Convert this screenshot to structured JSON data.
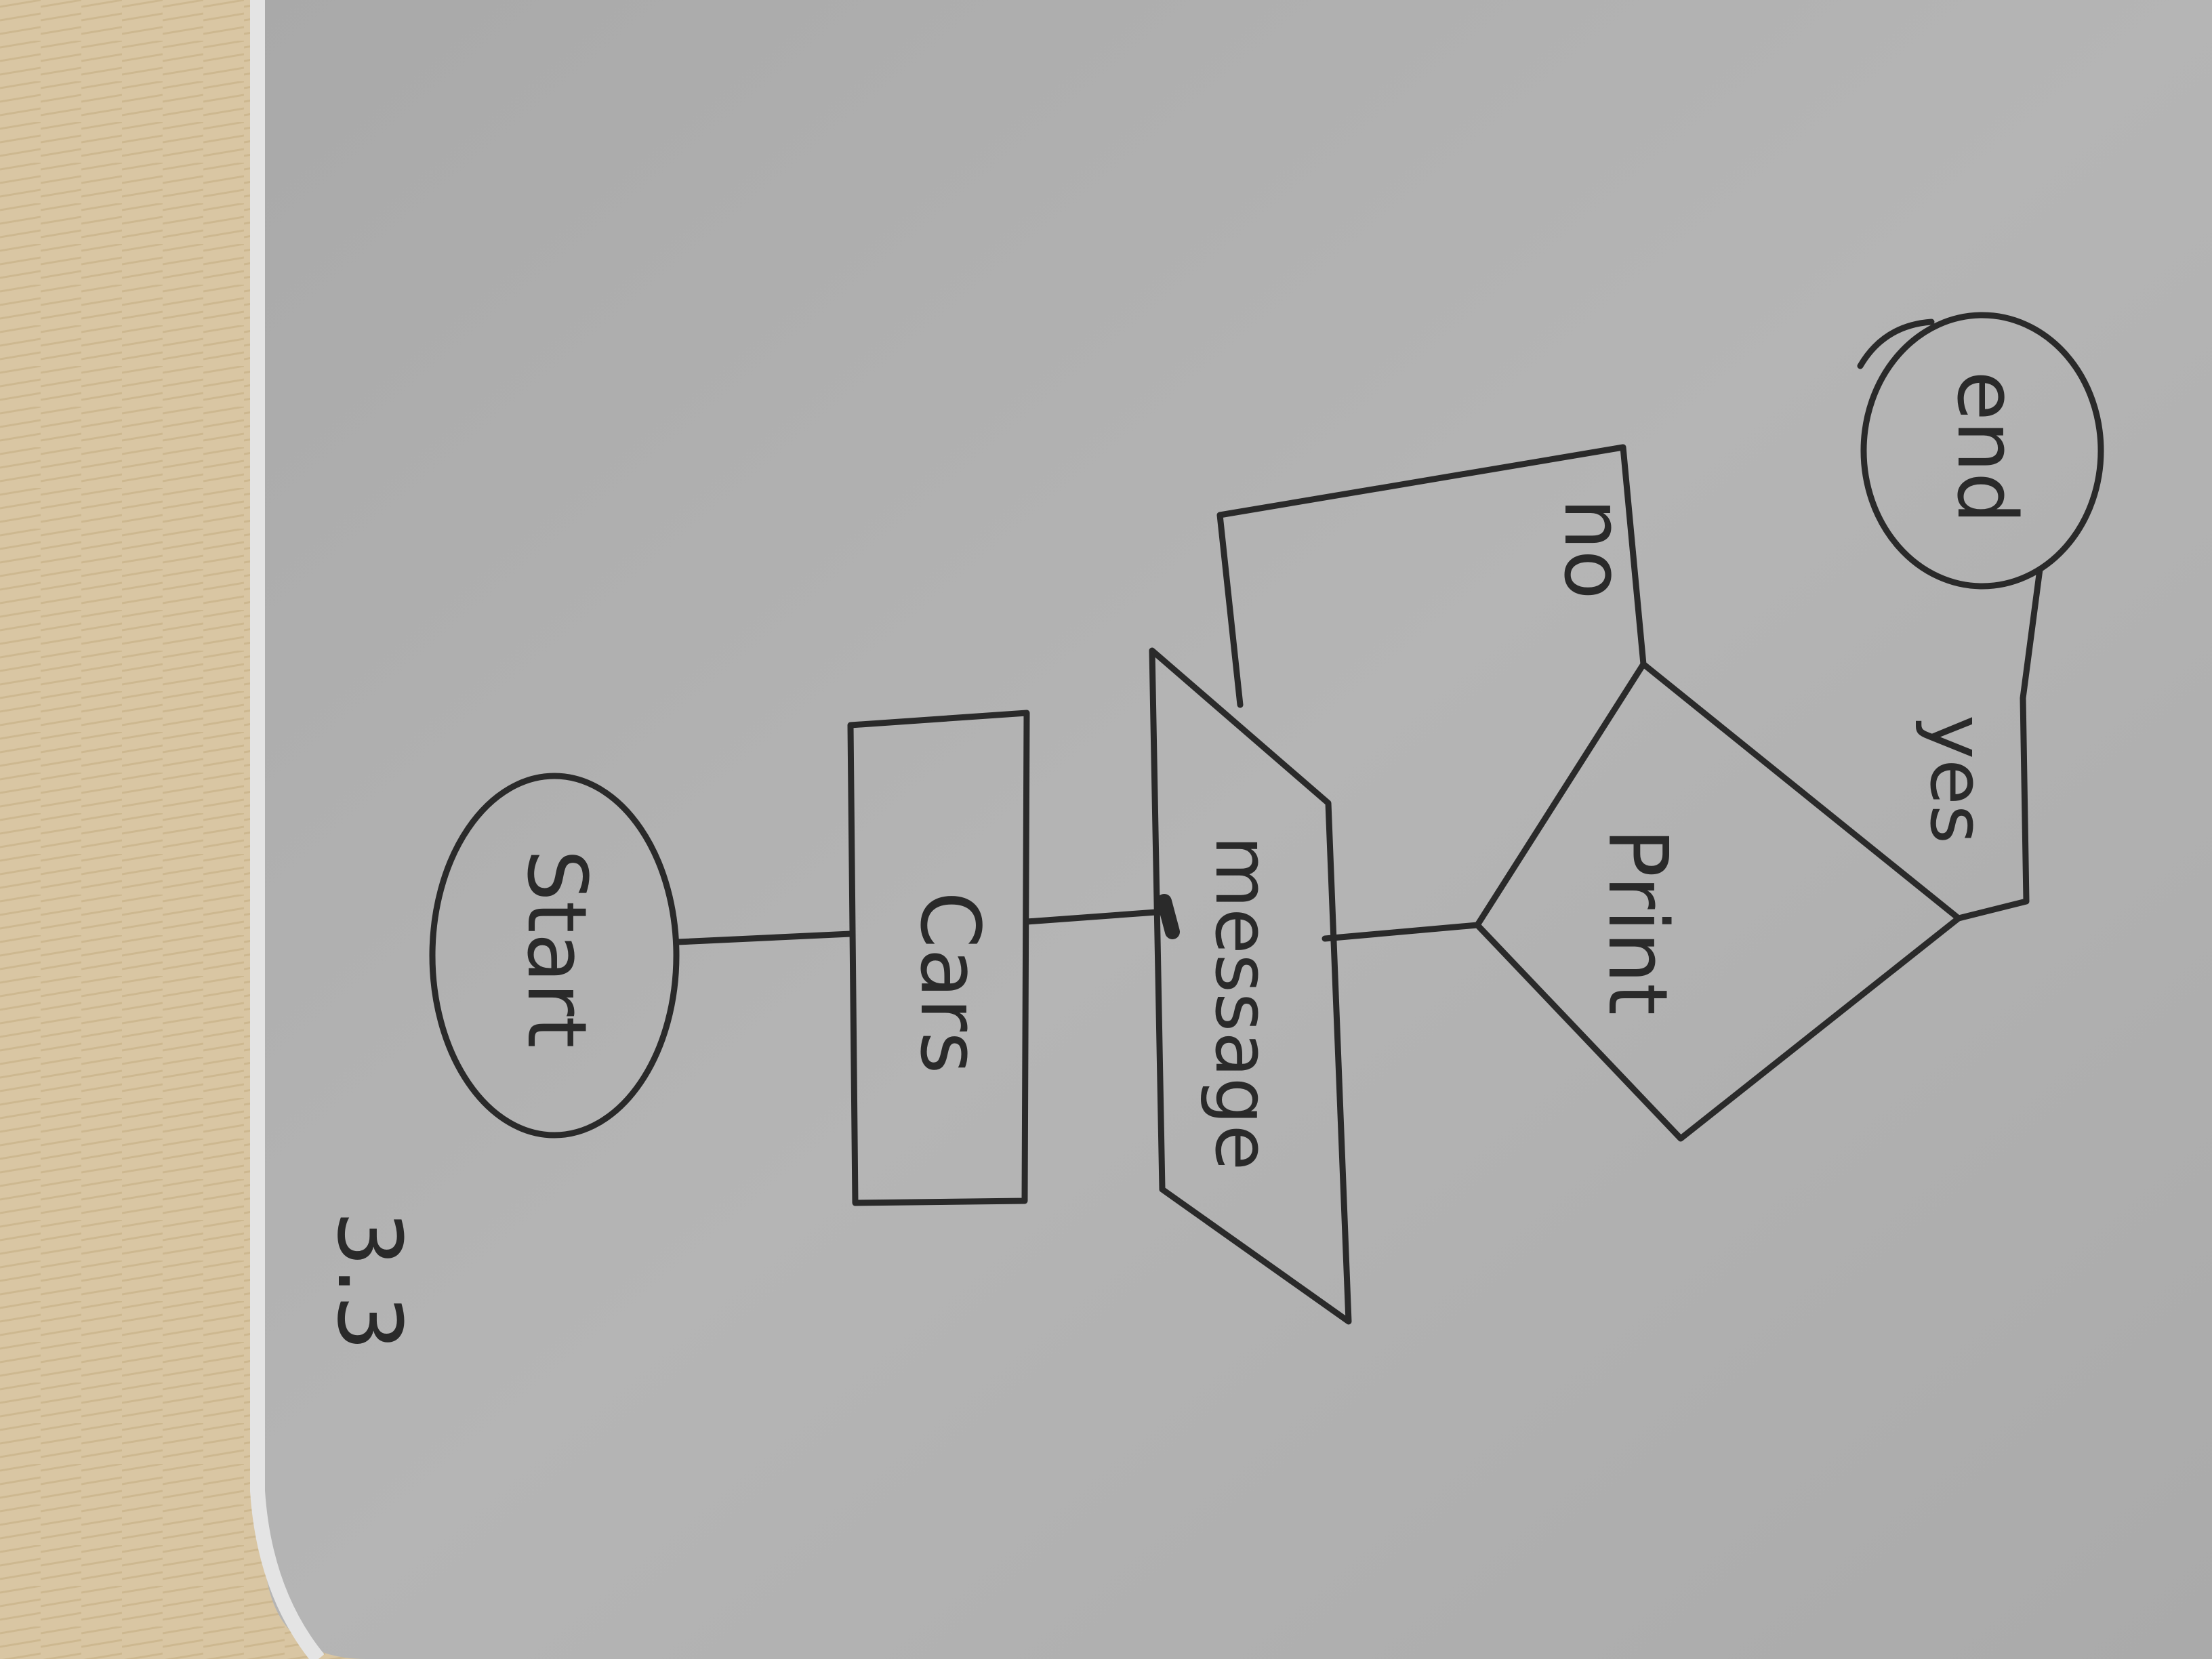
{
  "diagram": {
    "section_number": "3.3",
    "nodes": {
      "start": "Start",
      "process": "Cars",
      "input": "message",
      "decision": "Print",
      "end": "end"
    },
    "edge_labels": {
      "no": "no",
      "yes": "yes"
    }
  },
  "colors": {
    "desk": "#d8c4a0",
    "paper": "#b3b3b3",
    "ink": "#2a2a2a"
  }
}
